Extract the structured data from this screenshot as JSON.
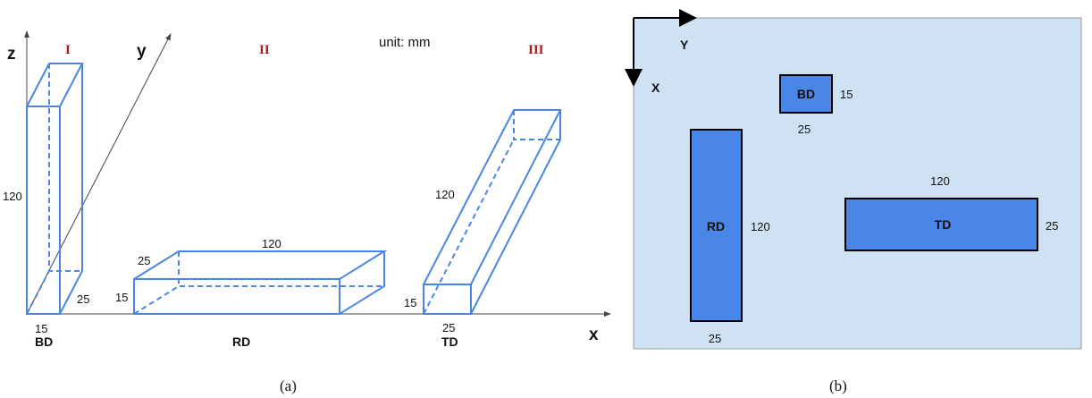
{
  "panel_a": {
    "unit_label": "unit: mm",
    "axes": {
      "x": "x",
      "y": "y",
      "z": "z"
    },
    "groups": [
      {
        "roman": "I",
        "name": "BD",
        "dims": {
          "height": "120",
          "depth": "25",
          "width": "15"
        }
      },
      {
        "roman": "II",
        "name": "RD",
        "dims": {
          "length": "120",
          "depth": "25",
          "height": "15"
        }
      },
      {
        "roman": "III",
        "name": "TD",
        "dims": {
          "length": "120",
          "height": "15",
          "width": "25"
        }
      }
    ],
    "caption": "(a)"
  },
  "panel_b": {
    "axes": {
      "x": "X",
      "y": "Y"
    },
    "rects": [
      {
        "name": "BD",
        "side": "15",
        "bottom": "25"
      },
      {
        "name": "RD",
        "side": "120",
        "bottom": "25"
      },
      {
        "name": "TD",
        "top": "120",
        "side": "25"
      }
    ],
    "colors": {
      "background": "#cfe2f3",
      "fill": "#4a86e8"
    },
    "caption": "(b)"
  }
}
